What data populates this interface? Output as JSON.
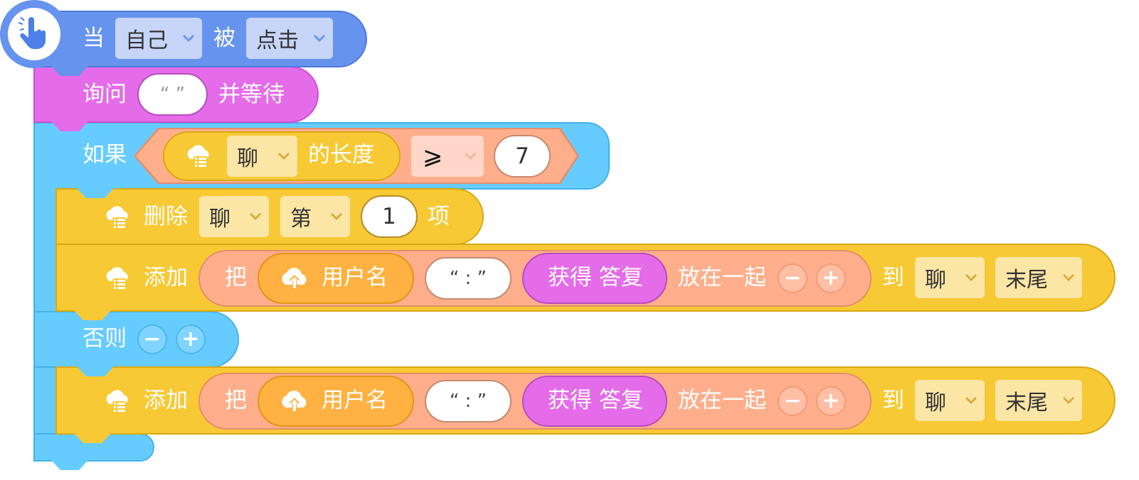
{
  "event_block": {
    "prefix": "当",
    "target_dropdown": "自己",
    "middle": "被",
    "action_dropdown": "点击"
  },
  "ask_block": {
    "label": "询问",
    "input_value": "“ ”",
    "suffix": "并等待"
  },
  "if_block": {
    "label": "如果",
    "list_dropdown": "聊",
    "length_label": "的长度",
    "operator_dropdown": "⩾",
    "compare_value": "7"
  },
  "delete_block": {
    "label": "删除",
    "list_dropdown": "聊",
    "item_dropdown": "第",
    "index_value": "1",
    "suffix": "项"
  },
  "add_block_1": {
    "label": "添加",
    "join_prefix": "把",
    "username_label": "用户名",
    "separator_value": "“ : ”",
    "answer_label": "获得 答复",
    "join_suffix": "放在一起",
    "minus": "−",
    "plus": "+",
    "to_label": "到",
    "list_dropdown": "聊",
    "position_dropdown": "末尾"
  },
  "else_block": {
    "label": "否则",
    "minus": "−",
    "plus": "+"
  },
  "add_block_2": {
    "label": "添加",
    "join_prefix": "把",
    "username_label": "用户名",
    "separator_value": "“ : ”",
    "answer_label": "获得 答复",
    "join_suffix": "放在一起",
    "minus": "−",
    "plus": "+",
    "to_label": "到",
    "list_dropdown": "聊",
    "position_dropdown": "末尾"
  },
  "icons": {
    "hat": "hand-pointer-icon",
    "list": "cloud-list-icon",
    "user": "cloud-upload-icon"
  }
}
